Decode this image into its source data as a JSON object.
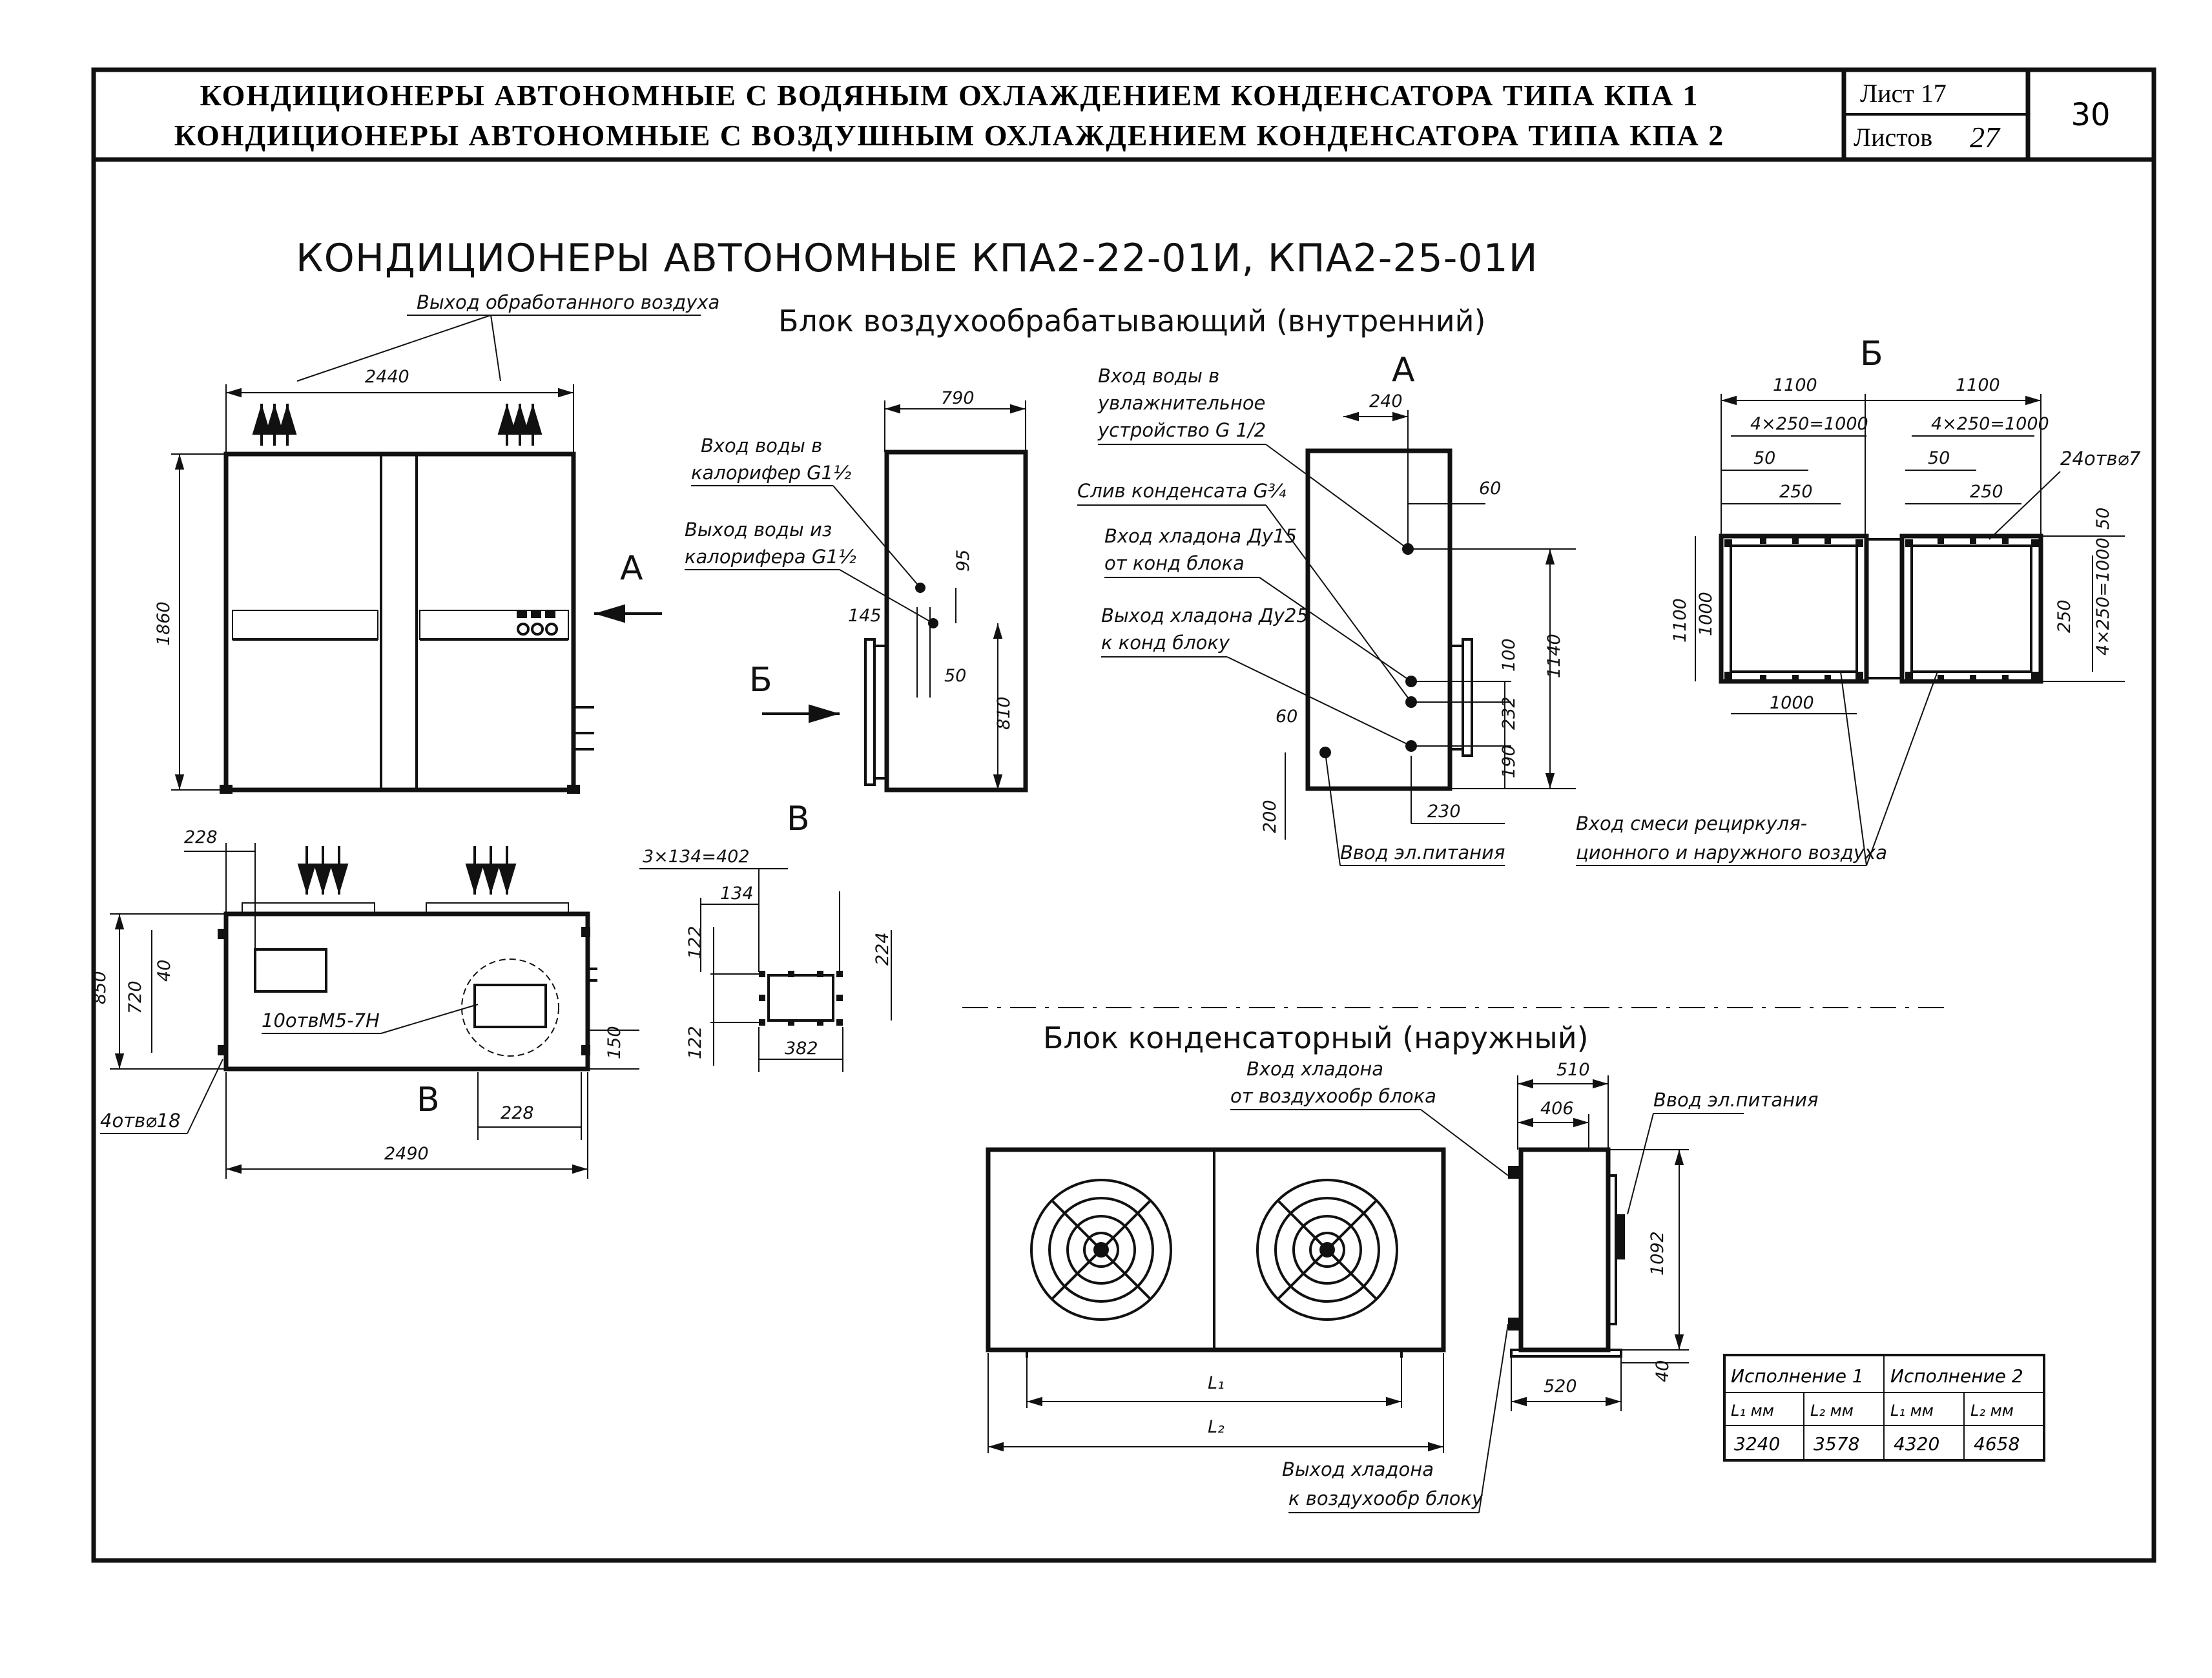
{
  "header": {
    "line1": "КОНДИЦИОНЕРЫ АВТОНОМНЫЕ С ВОДЯНЫМ ОХЛАЖДЕНИЕМ КОНДЕНСАТОРА ТИПА КПА 1",
    "line2": "КОНДИЦИОНЕРЫ АВТОНОМНЫЕ С ВОЗДУШНЫМ ОХЛАЖДЕНИЕМ КОНДЕНСАТОРА ТИПА КПА 2",
    "sheet": "Лист 17",
    "sheets": "Листов",
    "sheets_count": "27",
    "page_number": "30"
  },
  "title": "КОНДИЦИОНЕРЫ АВТОНОМНЫЕ КПА2-22-01И, КПА2-25-01И",
  "indoor_unit": {
    "title": "Блок воздухообрабатывающий (внутренний)",
    "air_out": "Выход обработанного воздуха",
    "dims": {
      "w": "2440",
      "h": "1860",
      "w2": "790",
      "h2": "810",
      "v95": "95",
      "h145": "145",
      "h50": "50",
      "w_plan": "2490",
      "d_plan": "850",
      "d720": "720",
      "d40": "40",
      "d150": "150",
      "d228a": "228",
      "d228b": "228"
    },
    "water_in": [
      "Вход воды в",
      "калорифер G1½"
    ],
    "water_out": [
      "Выход воды из",
      "калорифера G1½"
    ],
    "holes_v": "10отвМ5-7Н",
    "holes_base": "4отв⌀18",
    "view_a": "А",
    "view_b": "Б",
    "view_v": "В"
  },
  "view_a": {
    "label": "А",
    "humid": [
      "Вход воды в",
      "увлажнительное",
      "устройство G 1/2"
    ],
    "drain": "Слив конденсата G¾",
    "ref_in": [
      "Вход хладона Ду15",
      "от конд блока"
    ],
    "ref_out": [
      "Выход хладона Ду25",
      "к конд блоку"
    ],
    "power": "Ввод эл.питания",
    "dims": {
      "d240": "240",
      "d60a": "60",
      "d60b": "60",
      "d100": "100",
      "d1140": "1140",
      "d232": "232",
      "d190": "190",
      "d230": "230",
      "d200": "200"
    }
  },
  "view_b": {
    "label": "Б",
    "dims": {
      "w1": "1100",
      "w2": "1100",
      "s1": "4×250=1000",
      "s2": "4×250=1000",
      "m50a": "50",
      "m50b": "50",
      "m250a": "250",
      "m250b": "250",
      "h1100": "1100",
      "h1000": "1000",
      "r50": "50",
      "r250": "250",
      "r4x": "4×250=1000",
      "b1000": "1000"
    },
    "holes": "24отв⌀7",
    "mix": [
      "Вход смеси рециркуля-",
      "ционного и наружного воздуха"
    ]
  },
  "view_v": {
    "label": "В",
    "dims": {
      "top": "3×134=402",
      "d134": "134",
      "d122a": "122",
      "d122b": "122",
      "d224": "224",
      "d382": "382"
    }
  },
  "outdoor_unit": {
    "title": "Блок конденсаторный (наружный)",
    "ref_in": [
      "Вход хладона",
      "от воздухообр блока"
    ],
    "power": "Ввод эл.питания",
    "ref_out": [
      "Выход хладона",
      "к воздухообр блоку"
    ],
    "dims": {
      "d510": "510",
      "d406": "406",
      "d1092": "1092",
      "d520": "520",
      "d40": "40",
      "l1": "L₁",
      "l2": "L₂"
    }
  },
  "table": {
    "headers": [
      "Исполнение 1",
      "Исполнение 2"
    ],
    "subheaders": [
      "L₁ мм",
      "L₂ мм",
      "L₁ мм",
      "L₂ мм"
    ],
    "values": [
      "3240",
      "3578",
      "4320",
      "4658"
    ]
  }
}
